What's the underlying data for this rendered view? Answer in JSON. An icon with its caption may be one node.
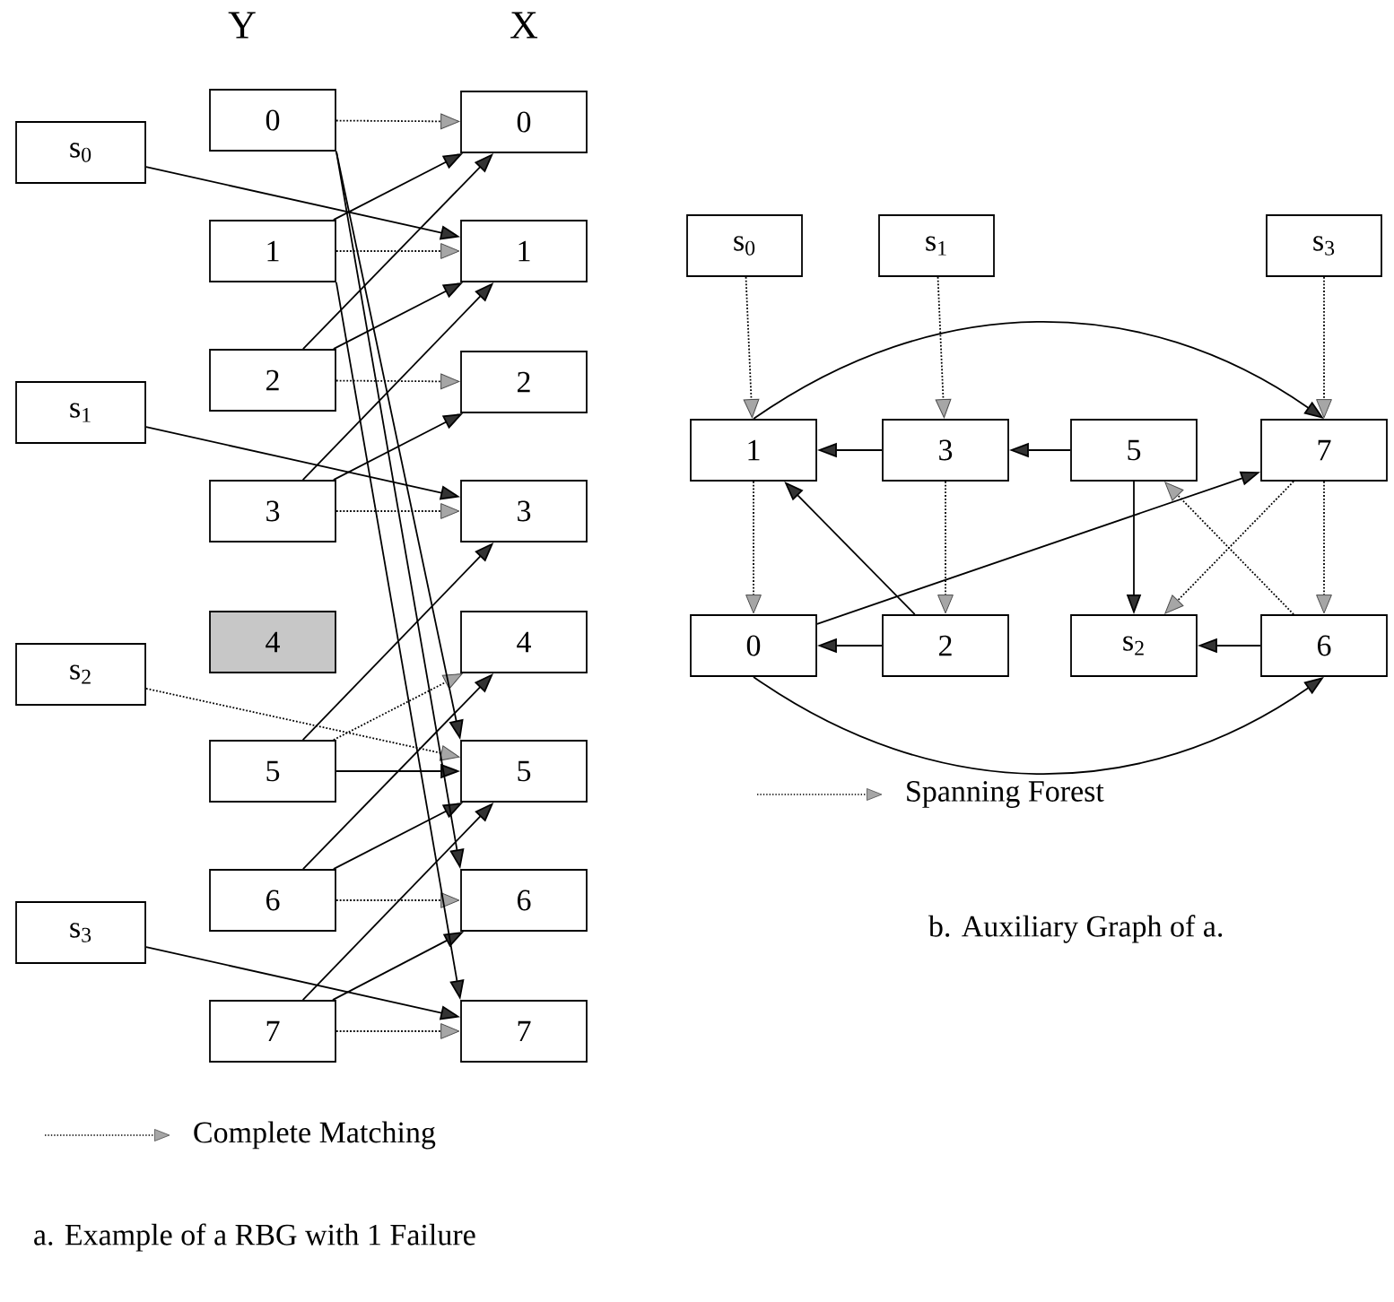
{
  "diagram": {
    "nodes": [
      {
        "text": [
          "0"
        ]
      },
      {
        "text": [
          "1"
        ]
      },
      {
        "text": [
          "2"
        ]
      },
      {
        "text": [
          "3"
        ]
      },
      {
        "text": [
          "4"
        ]
      },
      {
        "text": [
          "5"
        ]
      },
      {
        "text": [
          "6"
        ]
      },
      {
        "text": [
          "7"
        ]
      },
      {
        "text": [
          "0"
        ]
      },
      {
        "text": [
          "1"
        ]
      },
      {
        "text": [
          "2"
        ]
      },
      {
        "text": [
          "3"
        ]
      },
      {
        "text": [
          "4"
        ]
      },
      {
        "text": [
          "5"
        ]
      },
      {
        "text": [
          "6"
        ]
      },
      {
        "text": [
          "7"
        ]
      },
      {
        "text": [
          "s$_{0}$"
        ]
      },
      {
        "text": [
          "s$_{1}$"
        ]
      },
      {
        "text": [
          "s$_{2}$"
        ]
      },
      {
        "text": [
          "s$_{3}$"
        ]
      },
      {
        "text": [
          "s$_{0}$"
        ]
      },
      {
        "text": [
          "s$_{1}$"
        ]
      },
      {
        "text": [
          "s$_{3}$"
        ]
      },
      {
        "text": [
          "1"
        ]
      },
      {
        "text": [
          "3"
        ]
      },
      {
        "text": [
          "5"
        ]
      },
      {
        "text": [
          "7"
        ]
      },
      {
        "text": [
          "0"
        ]
      },
      {
        "text": [
          "2"
        ]
      },
      {
        "text": [
          "s$_{2}$"
        ]
      },
      {
        "text": [
          "6"
        ]
      }
    ],
    "edges": [
      {
        "from": 0,
        "to": 8,
        "arrow": "to",
        "style": "dashed"
      },
      {
        "from": 1,
        "to": 9,
        "arrow": "to",
        "style": "dashed"
      },
      {
        "from": 2,
        "to": 10,
        "arrow": "to",
        "style": "dashed"
      },
      {
        "from": 3,
        "to": 11,
        "arrow": "to",
        "style": "dashed"
      },
      {
        "from": 5,
        "to": 12,
        "arrow": "to",
        "style": "dashed"
      },
      {
        "from": 18,
        "to": 13,
        "arrow": "to",
        "style": "dashed"
      },
      {
        "from": 6,
        "to": 14,
        "arrow": "to",
        "style": "dashed"
      },
      {
        "from": 7,
        "to": 15,
        "arrow": "to",
        "style": "dashed"
      },
      {
        "from": 16,
        "to": 9,
        "arrow": "to"
      },
      {
        "from": 17,
        "to": 11,
        "arrow": "to"
      },
      {
        "from": 19,
        "to": 15,
        "arrow": "to"
      },
      {
        "from": 1,
        "to": 8,
        "arrow": "to"
      },
      {
        "from": 2,
        "to": 8,
        "arrow": "to"
      },
      {
        "from": 2,
        "to": 9,
        "arrow": "to"
      },
      {
        "from": 3,
        "to": 9,
        "arrow": "to"
      },
      {
        "from": 3,
        "to": 10,
        "arrow": "to"
      },
      {
        "from": 5,
        "to": 11,
        "arrow": "to"
      },
      {
        "from": 5,
        "to": 13,
        "arrow": "to"
      },
      {
        "from": 6,
        "to": 12,
        "arrow": "to"
      },
      {
        "from": 6,
        "to": 13,
        "arrow": "to"
      },
      {
        "from": 7,
        "to": 13,
        "arrow": "to"
      },
      {
        "from": 7,
        "to": 14,
        "arrow": "to"
      },
      {
        "from": 0,
        "to": 13,
        "arrow": "to"
      },
      {
        "from": 0,
        "to": 14,
        "arrow": "to"
      },
      {
        "from": 1,
        "to": 15,
        "arrow": "to"
      },
      {
        "from": 20,
        "to": 23,
        "arrow": "to",
        "style": "dashed"
      },
      {
        "from": 21,
        "to": 24,
        "arrow": "to",
        "style": "dashed"
      },
      {
        "from": 22,
        "to": 26,
        "arrow": "to",
        "style": "dashed"
      },
      {
        "from": 23,
        "to": 27,
        "arrow": "to",
        "style": "dashed"
      },
      {
        "from": 24,
        "to": 28,
        "arrow": "to",
        "style": "dashed"
      },
      {
        "from": 26,
        "to": 30,
        "arrow": "to",
        "style": "dashed"
      },
      {
        "from": 30,
        "to": 25,
        "arrow": "to",
        "style": "dashed"
      },
      {
        "from": 26,
        "to": 29,
        "arrow": "to",
        "style": "dashed"
      },
      {
        "from": 23,
        "to": 26,
        "arrow": "to"
      },
      {
        "from": 24,
        "to": 23,
        "arrow": "to"
      },
      {
        "from": 25,
        "to": 24,
        "arrow": "to"
      },
      {
        "from": 28,
        "to": 23,
        "arrow": "to"
      },
      {
        "from": 27,
        "to": 26,
        "arrow": "to"
      },
      {
        "from": 28,
        "to": 27,
        "arrow": "to"
      },
      {
        "from": 30,
        "to": 29,
        "arrow": "to"
      },
      {
        "from": 27,
        "to": 30,
        "arrow": "to"
      },
      {
        "from": 25,
        "to": 29,
        "arrow": "to"
      }
    ],
    "labels": [
      "Y",
      "X",
      "a. Example of a RBG with 1 Failure",
      "b. Auxiliary Graph of a."
    ],
    "legend": [
      {
        "text": "Complete Matching"
      },
      {
        "text": "Spanning Forest"
      }
    ]
  }
}
